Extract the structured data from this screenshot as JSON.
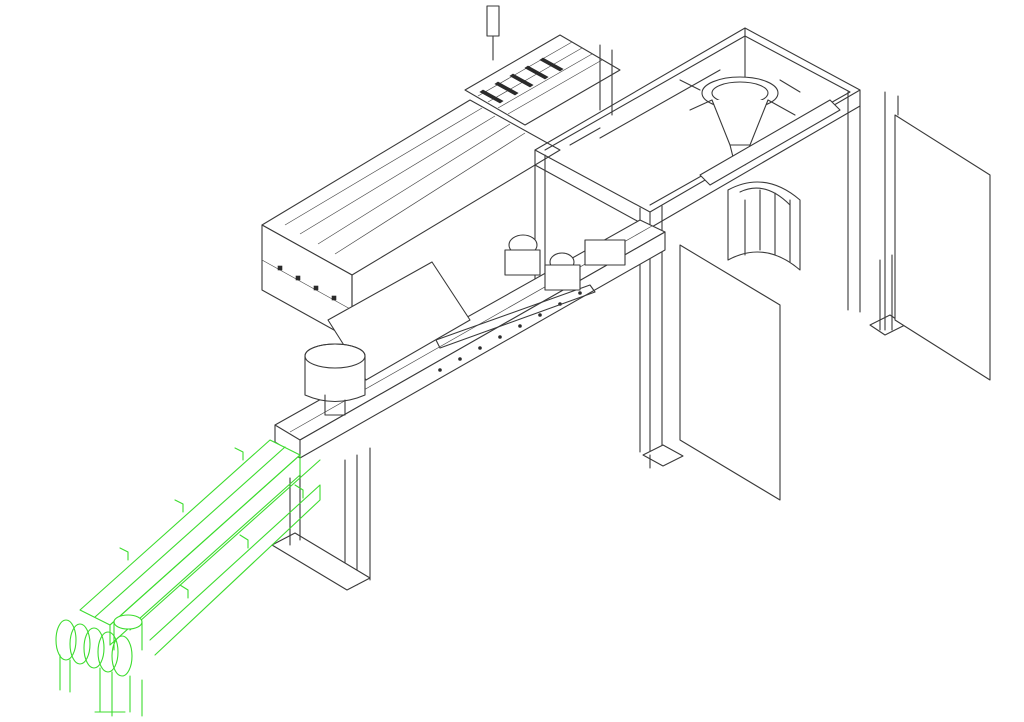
{
  "drawing": {
    "line_color": "#3a3a3a",
    "highlight_color": "#3ddc2e",
    "background": "#ffffff"
  },
  "parts": [
    {
      "name": "frame-tower",
      "icon": "frame-structure"
    },
    {
      "name": "discharge-hopper",
      "icon": "hopper-cone"
    },
    {
      "name": "infeed-conveyor-bed",
      "icon": "conveyor-bed"
    },
    {
      "name": "bucket-feeder",
      "icon": "bucket"
    },
    {
      "name": "cross-conveyor",
      "icon": "conveyor"
    },
    {
      "name": "safety-panel-left",
      "icon": "panel"
    },
    {
      "name": "safety-panel-right",
      "icon": "panel"
    },
    {
      "name": "highlighted-auger-conveyor",
      "icon": "screw-conveyor"
    }
  ]
}
